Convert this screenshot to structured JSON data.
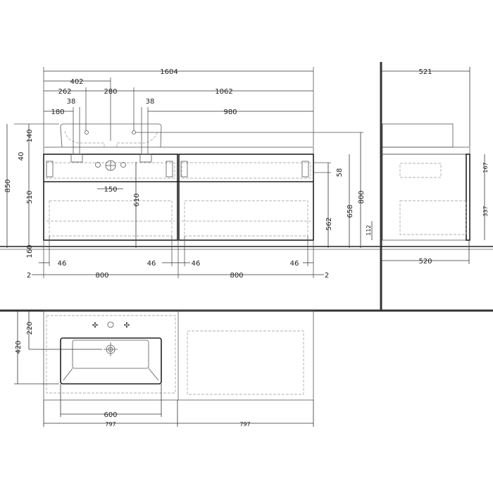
{
  "front_view": {
    "dims": {
      "overall_width": "1604",
      "basin_center": "402",
      "left_to_tap": "262",
      "tap_spacing": "280",
      "right_from_tap": "1062",
      "left_to_bracket": "180",
      "bracket_left": "38",
      "bracket_right": "38",
      "right_from_bracket": "980",
      "total_height": "850",
      "basin_height": "140",
      "top_thickness": "40",
      "cabinet_height": "510",
      "floor_gap": "160",
      "connection_spacing": "150",
      "waste_height": "610",
      "mount_spacing": "58",
      "mount_lower": "562",
      "mount_upper": "658",
      "tap_height": "800",
      "offset_a": "46",
      "offset_b": "46",
      "offset_c": "46",
      "offset_d": "46",
      "left_edge": "2",
      "right_edge": "2",
      "module_left": "800",
      "module_right": "800"
    }
  },
  "side_view": {
    "dims": {
      "depth_overall": "521",
      "upper_drawer": "167",
      "lower_drawer": "337",
      "plinth": "112",
      "cabinet_depth": "520"
    }
  },
  "plan_view": {
    "dims": {
      "basin_depth": "420",
      "drain_offset": "220",
      "basin_width": "600",
      "module_left": "797",
      "module_right": "797"
    }
  }
}
